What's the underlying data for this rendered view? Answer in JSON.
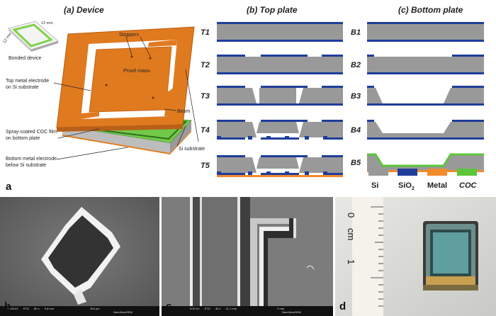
{
  "top": {
    "panel_a_title": "(a) Device",
    "panel_b_title": "(b) Top plate",
    "panel_c_title": "(c) Bottom plate",
    "panel_a_letter": "a",
    "device_labels": {
      "bonded_device": "Bonded device",
      "dim_13mm": "13 mm",
      "dim_12mm": "12 mm",
      "stoppers": "Stoppers",
      "proof_mass": "Proof mass",
      "top_electrode": "Top metal electrode",
      "top_electrode_sub": "on Si substrate",
      "beam": "Beam",
      "coc_film": "Spray-coated COC film",
      "coc_film_sub": "on bottom plate",
      "si_substrate": "Si substrate",
      "bottom_electrode": "Bottom metal electrode",
      "bottom_electrode_sub": "below Si substrate"
    },
    "top_steps": [
      "T1",
      "T2",
      "T3",
      "T4",
      "T5"
    ],
    "bottom_steps": [
      "B1",
      "B2",
      "B3",
      "B4",
      "B5"
    ],
    "legend": [
      {
        "label": "Si",
        "color": "#999999"
      },
      {
        "label": "SiO2",
        "color": "#1f3d99"
      },
      {
        "label": "Metal",
        "color": "#f28a2e"
      },
      {
        "label": "COC",
        "color": "#5cc63a"
      }
    ]
  },
  "bottom": {
    "letters": [
      "b",
      "c",
      "d"
    ],
    "sem_b": {
      "scale": "500 μm",
      "bar_items": [
        "HV",
        "det",
        "mag",
        "WD"
      ],
      "bar_values": [
        "10.00 kV",
        "ETD",
        "80 x",
        "9.8 mm"
      ],
      "brand": "NanoNordSEM"
    },
    "sem_c": {
      "scale": "2 mm",
      "bar_items": [
        "HV",
        "det",
        "mag",
        "WD"
      ],
      "bar_values": [
        "5.00 kV",
        "ETD",
        "40 x",
        "21.1 mm"
      ],
      "brand": "NanoNordSEM"
    },
    "ruler": {
      "zero": "0",
      "unit": "cm",
      "one": "1"
    }
  },
  "colors": {
    "si": "#999999",
    "sio2": "#1f3d99",
    "metal": "#f28a2e",
    "coc": "#5cc63a",
    "device_orange": "#e07a1f",
    "device_green": "#7fd34a"
  }
}
